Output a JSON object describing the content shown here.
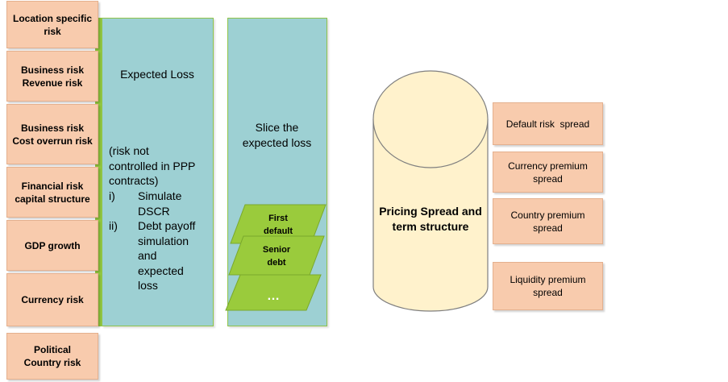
{
  "risk_factors": [
    {
      "line1": "Location specific",
      "line2": "risk"
    },
    {
      "line1": "Business risk",
      "line2": "Revenue risk"
    },
    {
      "line1": "Business risk",
      "line2": "Cost overrun risk"
    },
    {
      "line1": "Financial risk",
      "line2": "capital structure"
    },
    {
      "line1": "GDP growth",
      "line2": ""
    },
    {
      "line1": "Currency risk",
      "line2": ""
    },
    {
      "line1": "Political",
      "line2": "Country risk"
    }
  ],
  "expected_loss": {
    "title": "Expected Loss",
    "note_line1": "(risk not",
    "note_line2": "controlled in PPP",
    "note_line3": "contracts)",
    "items": [
      {
        "marker": "i)",
        "lines": [
          "Simulate",
          "DSCR"
        ]
      },
      {
        "marker": "ii)",
        "lines": [
          "Debt payoff",
          "simulation",
          "and",
          "expected",
          "loss"
        ]
      }
    ]
  },
  "slice": {
    "title_line1": "Slice the",
    "title_line2": "expected loss",
    "tranches": [
      {
        "line1": "First",
        "line2": "default"
      },
      {
        "line1": "Senior",
        "line2": "debt"
      },
      {
        "line1": "…",
        "line2": ""
      }
    ]
  },
  "pricing": {
    "line1": "Pricing Spread and",
    "line2": "term structure"
  },
  "spreads": [
    {
      "line1": "Default risk  spread",
      "line2": ""
    },
    {
      "line1": "Currency premium",
      "line2": "spread"
    },
    {
      "line1": "Country premium",
      "line2": "spread"
    },
    {
      "line1": "Liquidity premium",
      "line2": "spread"
    }
  ],
  "colors": {
    "risk_box": "#f8cbad",
    "panel": "#9dd0d3",
    "green": "#92c83e",
    "cylinder": "#fff2cc",
    "spread_box": "#f8cbad"
  }
}
